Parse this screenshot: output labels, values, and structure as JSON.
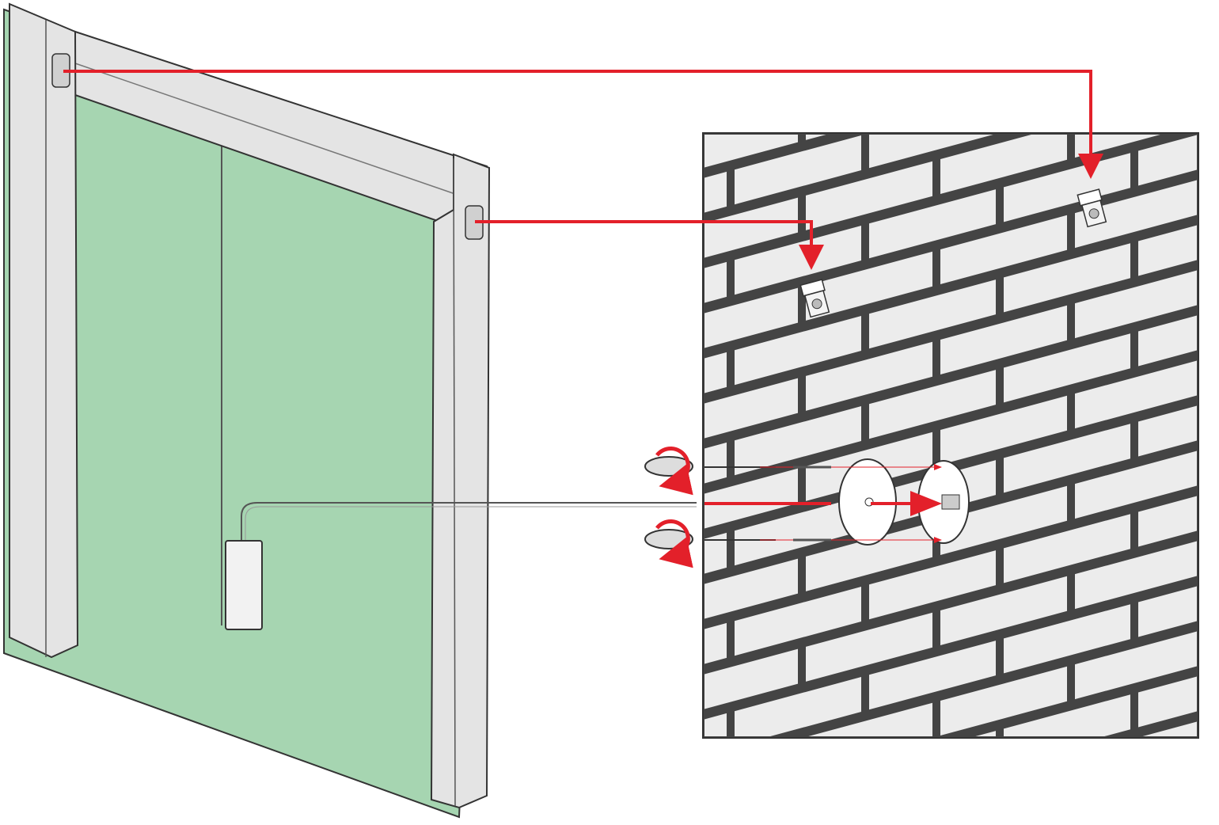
{
  "diagram": {
    "type": "mounting-instructions",
    "colors": {
      "panel_green": "#a6d5b1",
      "rail_grey": "#e4e4e4",
      "outline": "#3a3a3a",
      "wall_mortar": "#444444",
      "brick": "#ececec",
      "arrow_red": "#e3202a"
    },
    "icons": [
      "mirror-panel",
      "mounting-rail",
      "power-supply-box",
      "brick-wall",
      "wall-bracket",
      "junction-plate",
      "screwdriver-icon",
      "rotate-arrow-icon",
      "screw",
      "wall-plug"
    ]
  }
}
